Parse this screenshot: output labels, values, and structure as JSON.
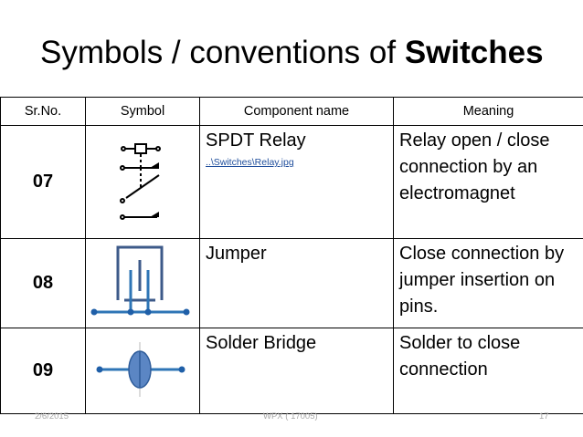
{
  "slide": {
    "title_prefix": "Symbols / conventions of ",
    "title_bold": "Switches"
  },
  "table": {
    "headers": [
      "Sr.No.",
      "Symbol",
      "Component name",
      "Meaning"
    ],
    "rows": [
      {
        "num": "07",
        "name": "SPDT Relay",
        "link": "..\\Switches\\Relay.jpg",
        "meaning": "Relay open / close connection by an electromagnet",
        "symbol_icon": "spdt-relay-icon"
      },
      {
        "num": "08",
        "name": "Jumper",
        "meaning": "Close connection by jumper insertion on pins.",
        "symbol_icon": "jumper-icon"
      },
      {
        "num": "09",
        "name": "Solder Bridge",
        "meaning": "Solder to close connection",
        "symbol_icon": "solder-bridge-icon"
      }
    ]
  },
  "footer": {
    "date": "2/6/2015",
    "center": "WPX ( 17005)",
    "page": "17"
  },
  "colors": {
    "symbol_blue": "#2e75b6",
    "jumper_frame": "#3d5a89",
    "link": "#1f4e9c",
    "footer_text": "#a8a8a8"
  }
}
